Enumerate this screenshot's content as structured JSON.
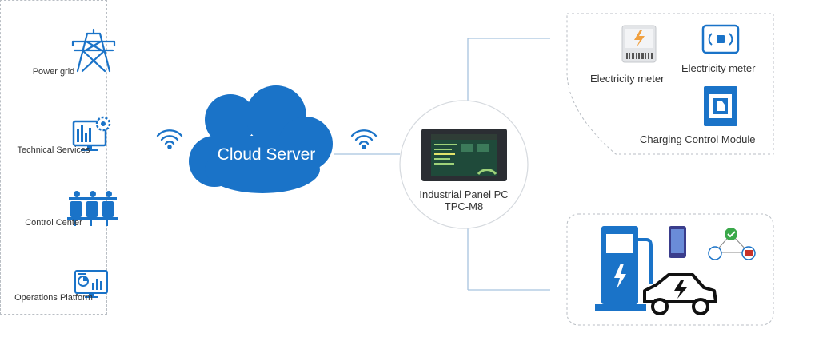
{
  "sources": [
    {
      "label": "Power grid",
      "icon": "power-tower-icon"
    },
    {
      "label": "Technical Services",
      "icon": "monitor-gear-icon"
    },
    {
      "label": "Control Center",
      "icon": "control-room-icon"
    },
    {
      "label": "Operations Platform",
      "icon": "dashboard-screen-icon"
    }
  ],
  "cloud": {
    "label": "Cloud Server"
  },
  "panel_pc": {
    "label_line1": "Industrial Panel PC",
    "label_line2": "TPC-M8"
  },
  "devices": {
    "meter1": "Electricity meter",
    "meter2": "Electricity meter",
    "charging_module": "Charging Control Module"
  },
  "colors": {
    "accent": "#1a73c8",
    "line": "#a7c3df",
    "border": "#b9bec4"
  }
}
